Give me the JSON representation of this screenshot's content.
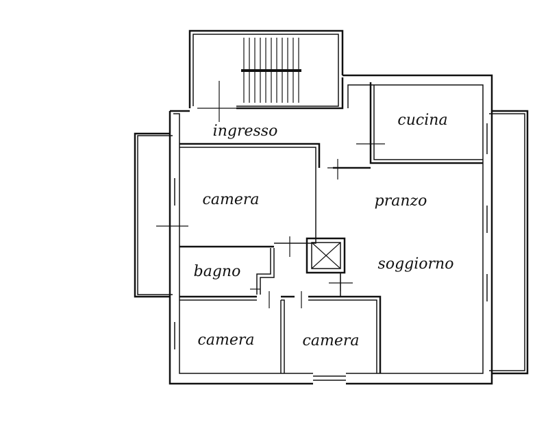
{
  "rooms": [
    {
      "key": "ingresso",
      "label": "ingresso"
    },
    {
      "key": "cucina",
      "label": "cucina"
    },
    {
      "key": "camera_1",
      "label": "camera"
    },
    {
      "key": "pranzo",
      "label": "pranzo"
    },
    {
      "key": "bagno",
      "label": "bagno"
    },
    {
      "key": "soggiorno",
      "label": "soggiorno"
    },
    {
      "key": "camera_2",
      "label": "camera"
    },
    {
      "key": "camera_3",
      "label": "camera"
    }
  ],
  "colors": {
    "wall": "#111111",
    "background": "#ffffff"
  }
}
